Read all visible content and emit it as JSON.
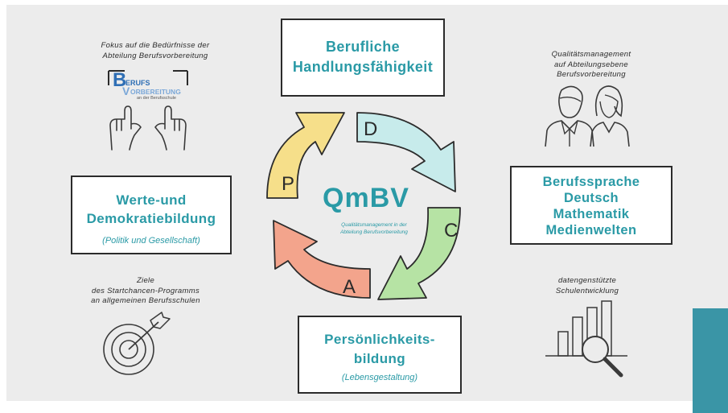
{
  "center": {
    "title": "QmBV",
    "subtitle_line1": "Qualitätsmanagement in der",
    "subtitle_line2": "Abteilung Berufsvorbereitung"
  },
  "cycle": {
    "p": "P",
    "d": "D",
    "c": "C",
    "a": "A",
    "colors": {
      "p": "#f6df8a",
      "d": "#c7ebeb",
      "c": "#b6e3a4",
      "a": "#f3a48c"
    }
  },
  "boxes": {
    "top": {
      "line1": "Berufliche",
      "line2": "Handlungsfähigkeit"
    },
    "left": {
      "line1": "Werte-und",
      "line2": "Demokratiebildung",
      "sub": "(Politik und Gesellschaft)"
    },
    "right": {
      "line1": "Berufssprache",
      "line2": "Deutsch",
      "line3": "Mathematik",
      "line4": "Medienwelten"
    },
    "bottom": {
      "line1": "Persönlichkeits-",
      "line2": "bildung",
      "sub": "(Lebensgestaltung)"
    }
  },
  "captions": {
    "top_left": {
      "line1": "Fokus auf die Bedürfnisse der",
      "line2": "Abteilung Berufsvorbereitung"
    },
    "top_right": {
      "line1": "Qualitätsmanagement",
      "line2": "auf Abteilungsebene",
      "line3": "Berufsvorbereitung"
    },
    "bottom_left": {
      "line1": "Ziele",
      "line2": "des Startchancen-Programms",
      "line3": "an allgemeinen Berufsschulen"
    },
    "bottom_right": {
      "line1": "datengenstützte",
      "line2": "Schulentwicklung"
    }
  },
  "logo": {
    "b": "B",
    "line1": "ERUFS",
    "v": "V",
    "line2": "ORBEREITUNG",
    "line3": "an der Berufsschule"
  },
  "colors": {
    "accent": "#2a9aa6",
    "line": "#2b2b2b",
    "background": "#ececec",
    "corner_block": "#3a95a6"
  }
}
